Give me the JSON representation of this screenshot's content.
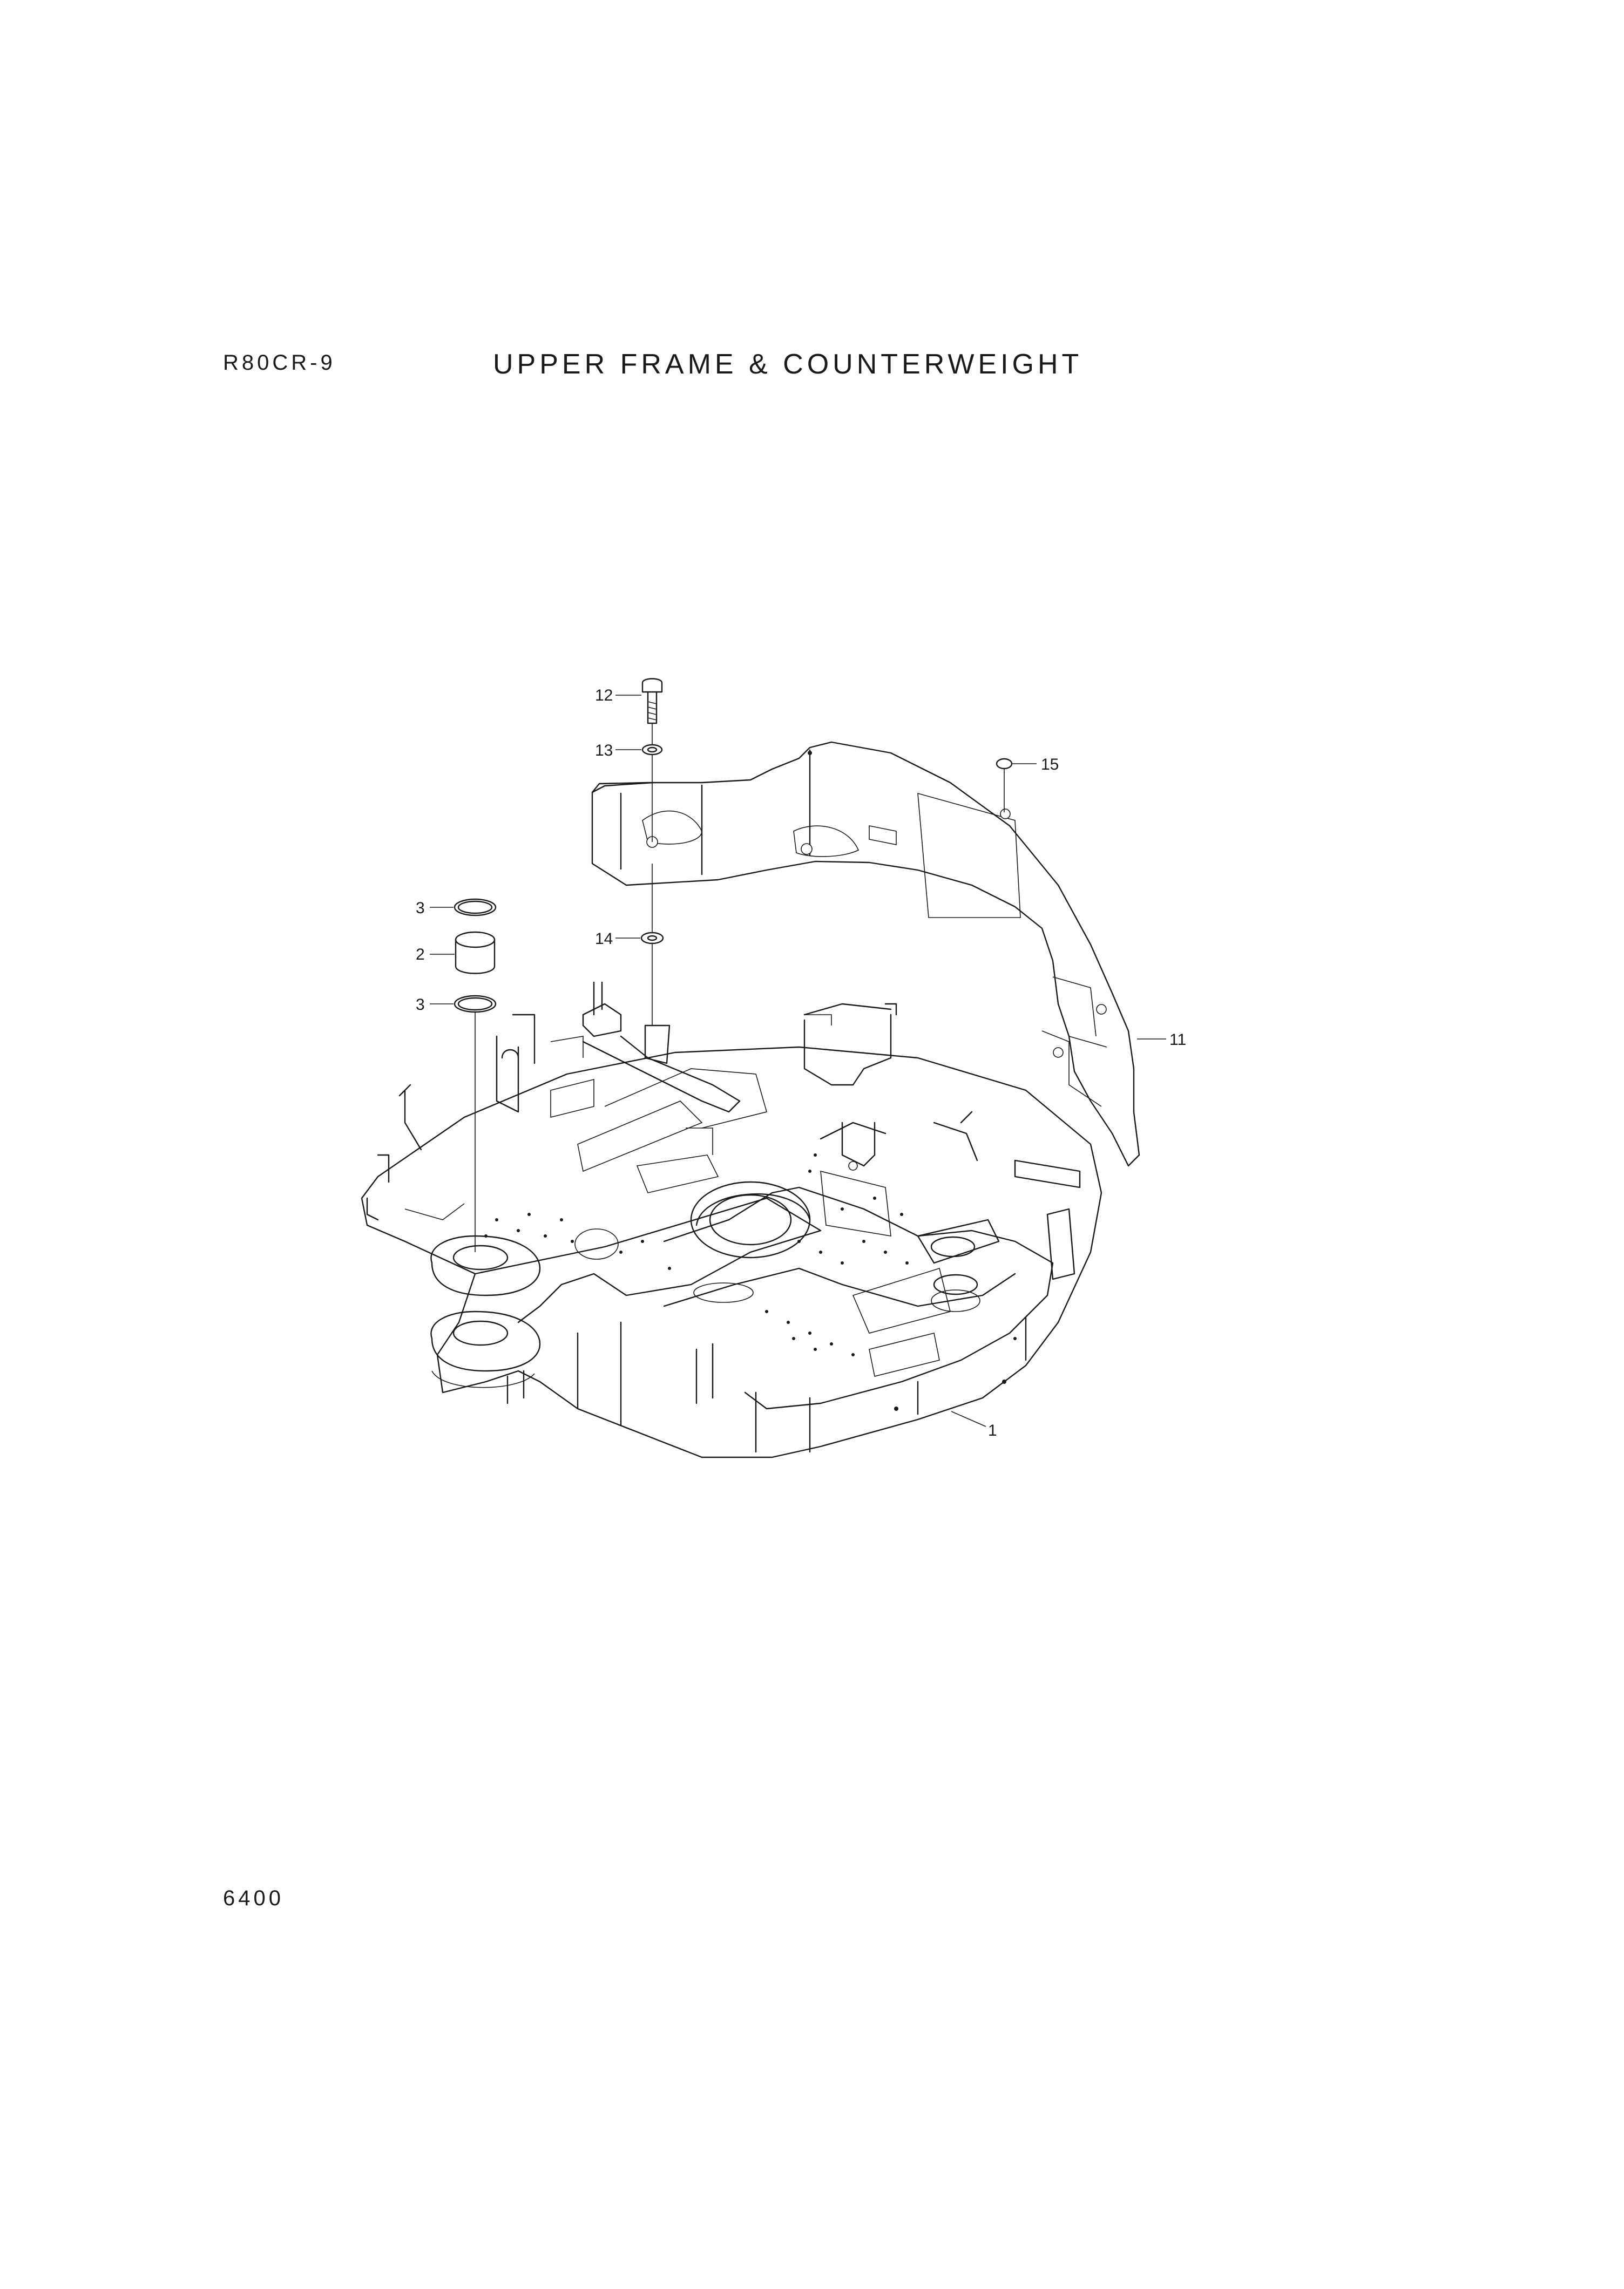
{
  "header": {
    "model": "R80CR-9",
    "title": "UPPER FRAME & COUNTERWEIGHT"
  },
  "footer": {
    "page_number": "6400"
  },
  "callouts": [
    "12",
    "13",
    "15",
    "3",
    "2",
    "3",
    "14",
    "11",
    "1"
  ]
}
